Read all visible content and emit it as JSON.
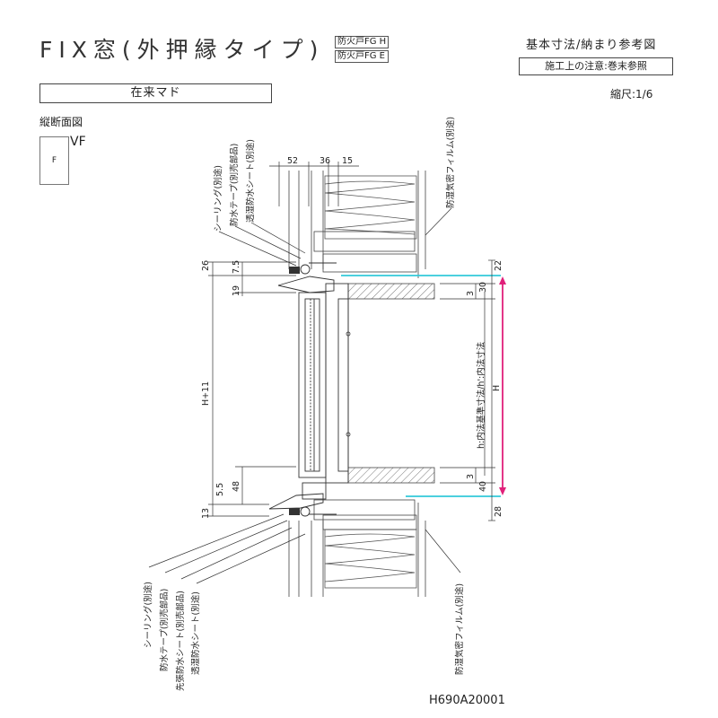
{
  "header": {
    "title": "FIX窓(外押縁タイプ)",
    "badges": [
      "防火戸FG H",
      "防火戸FG E"
    ],
    "reference_title": "基本寸法/納まり参考図",
    "reference_note": "施工上の注意:巻末参照"
  },
  "type_label": "在来マド",
  "scale": "縮尺:1/6",
  "section_label": "縦断面図",
  "legend": {
    "box": "F",
    "label": "VF"
  },
  "labels": {
    "top_sealing": "シーリング(別途)",
    "top_waterproof_tape": "防水テープ(別売部品)",
    "top_breathable_sheet": "透湿防水シート(別途)",
    "top_vapor_film": "防湿気密フィルム(別途)",
    "bottom_sealing": "シーリング(別途)",
    "bottom_waterproof_tape": "防水テープ(別売部品)",
    "bottom_pre_sheet": "先張防水シート(別売部品)",
    "bottom_breathable_sheet": "透湿防水シート(別途)",
    "bottom_vapor_film": "防湿気密フィルム(別途)",
    "inner_dimension": "h:内法基準寸法/h':内法寸法",
    "height_h": "H",
    "height_h11": "H+11"
  },
  "dimensions": {
    "top_52": "52",
    "top_36": "36",
    "top_15": "15",
    "left_26": "26",
    "left_75": "7.5",
    "left_19": "19",
    "left_55": "5.5",
    "left_48": "48",
    "left_13": "13",
    "right_22": "22",
    "right_30": "30",
    "right_3a": "3",
    "right_3b": "3",
    "right_40": "40",
    "right_28": "28"
  },
  "drawing_code": "H690A20001",
  "colors": {
    "accent_cyan": "#33c9d9",
    "accent_magenta": "#e0207a",
    "line": "#333333"
  }
}
